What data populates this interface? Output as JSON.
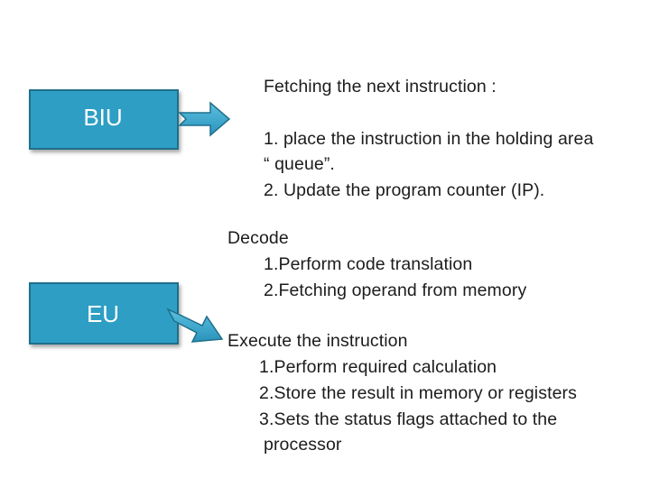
{
  "boxes": {
    "biu": {
      "label": "BIU"
    },
    "eu": {
      "label": "EU"
    }
  },
  "colors": {
    "box_fill": "#2e9ec4",
    "box_border": "#1f6f8b",
    "text": "#1c1c1c"
  },
  "fetch": {
    "title": "Fetching the next instruction :",
    "items": [
      "1. place the instruction in the holding area",
      "“ queue”.",
      "2. Update the program counter (IP)."
    ]
  },
  "decode": {
    "title": "Decode",
    "items": [
      "1.Perform code translation",
      "2.Fetching operand from memory"
    ]
  },
  "execute": {
    "title": "Execute the instruction",
    "items": [
      "1.Perform required calculation",
      "2.Store the result in memory or registers",
      "3.Sets the status flags attached to the",
      "processor"
    ]
  }
}
